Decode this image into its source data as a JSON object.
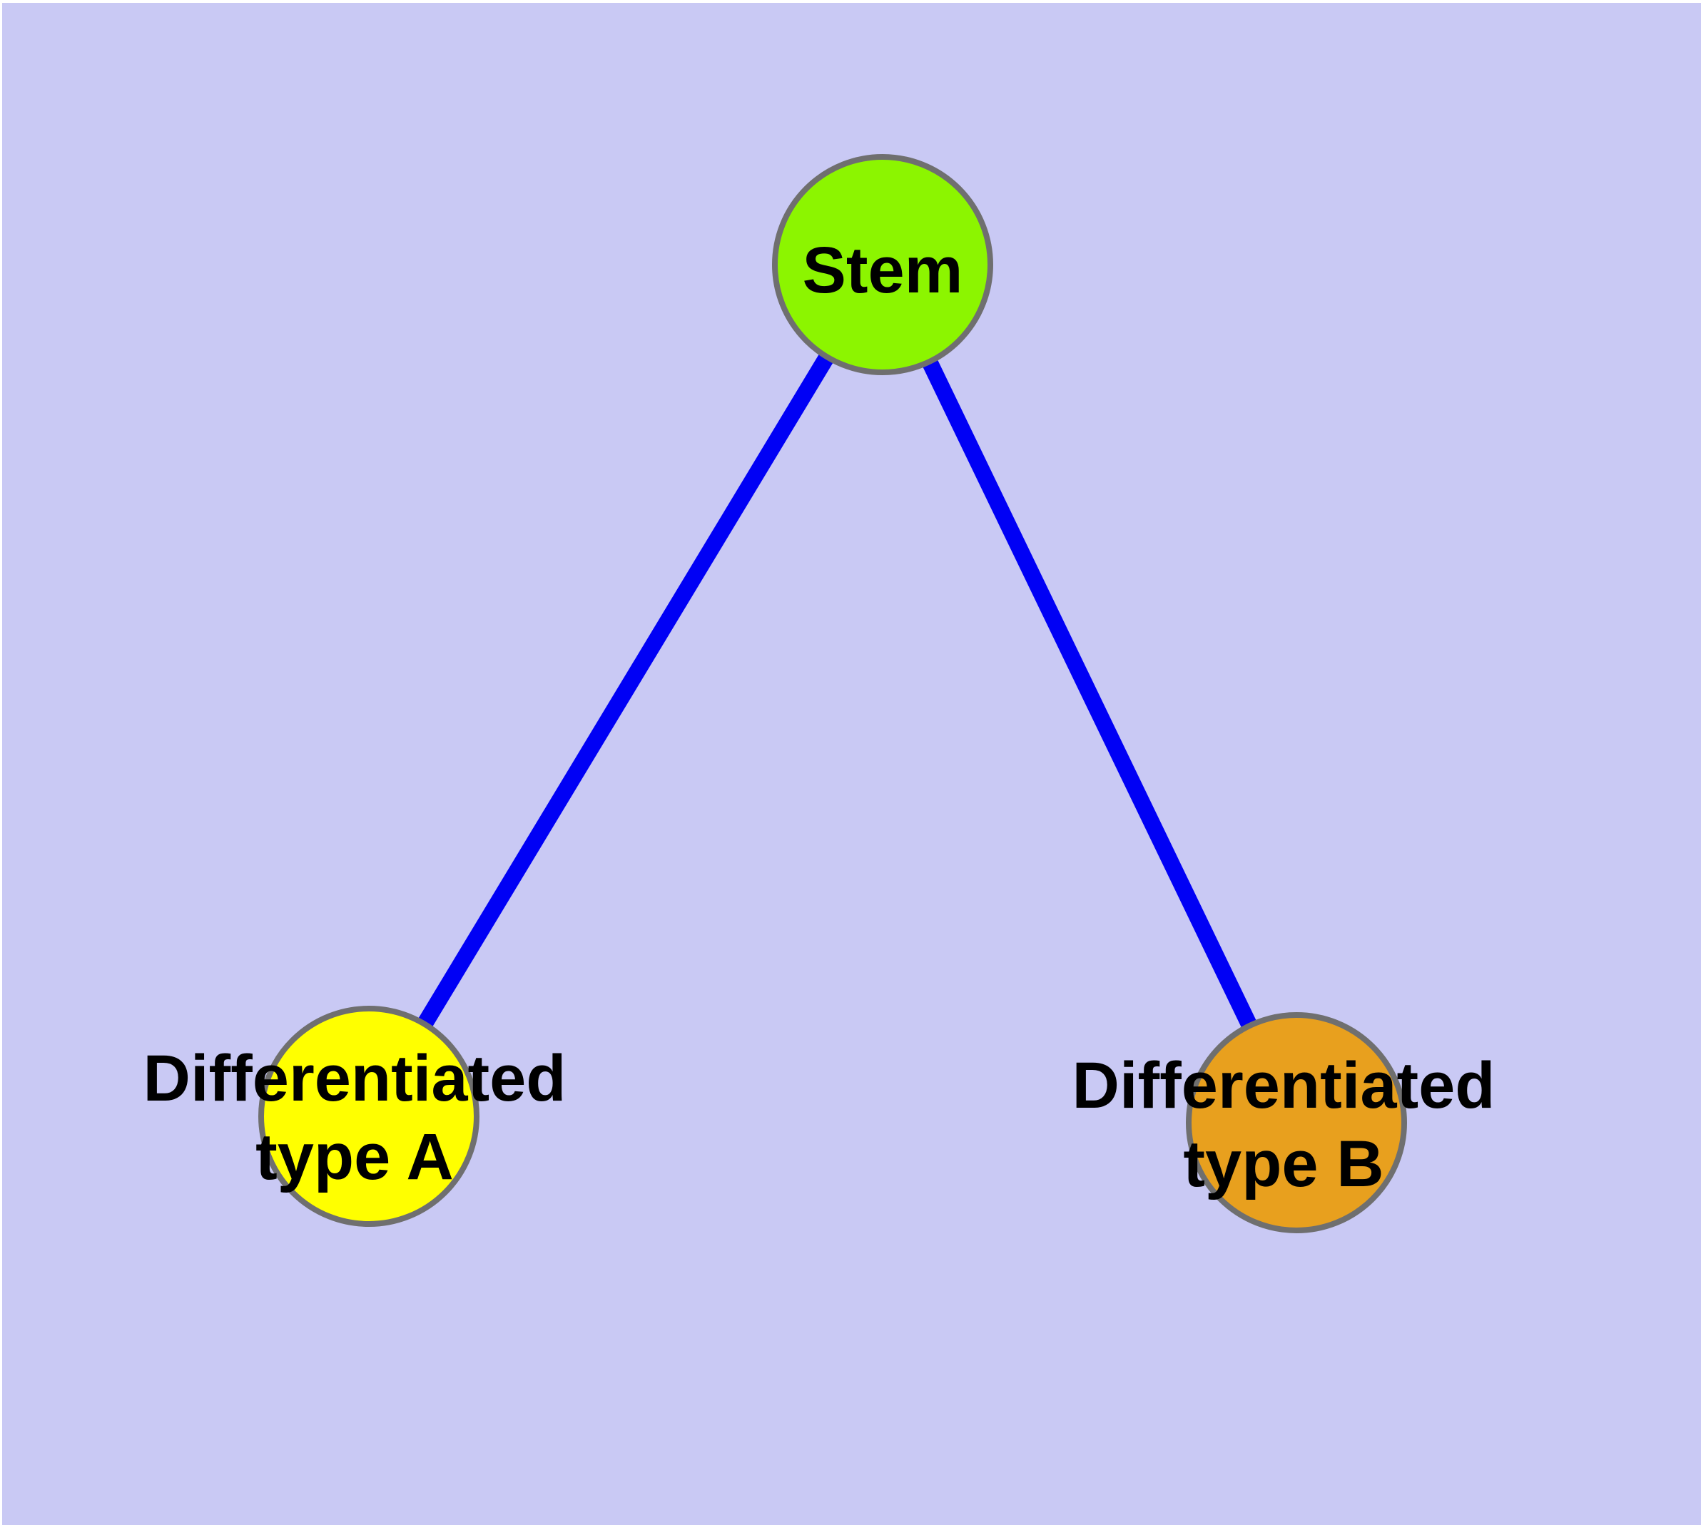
{
  "diagram": {
    "type": "node-link-graph",
    "background_color": "#C9C9F4",
    "margin_color": "#FFFFFF",
    "node_border_color": "#6F6F6F",
    "edge_color": "#0000F5",
    "label_color": "#000000",
    "nodes": [
      {
        "id": "stem",
        "lines": [
          "Stem"
        ],
        "fill": "#8CF500"
      },
      {
        "id": "type-a",
        "lines": [
          "Differentiated",
          "type A"
        ],
        "fill": "#FFFF00"
      },
      {
        "id": "type-b",
        "lines": [
          "Differentiated",
          "type B"
        ],
        "fill": "#E8A01E"
      }
    ],
    "edges": [
      {
        "from": "stem",
        "to": "type-a",
        "color": "#0000F5"
      },
      {
        "from": "stem",
        "to": "type-b",
        "color": "#0000F5"
      }
    ]
  }
}
